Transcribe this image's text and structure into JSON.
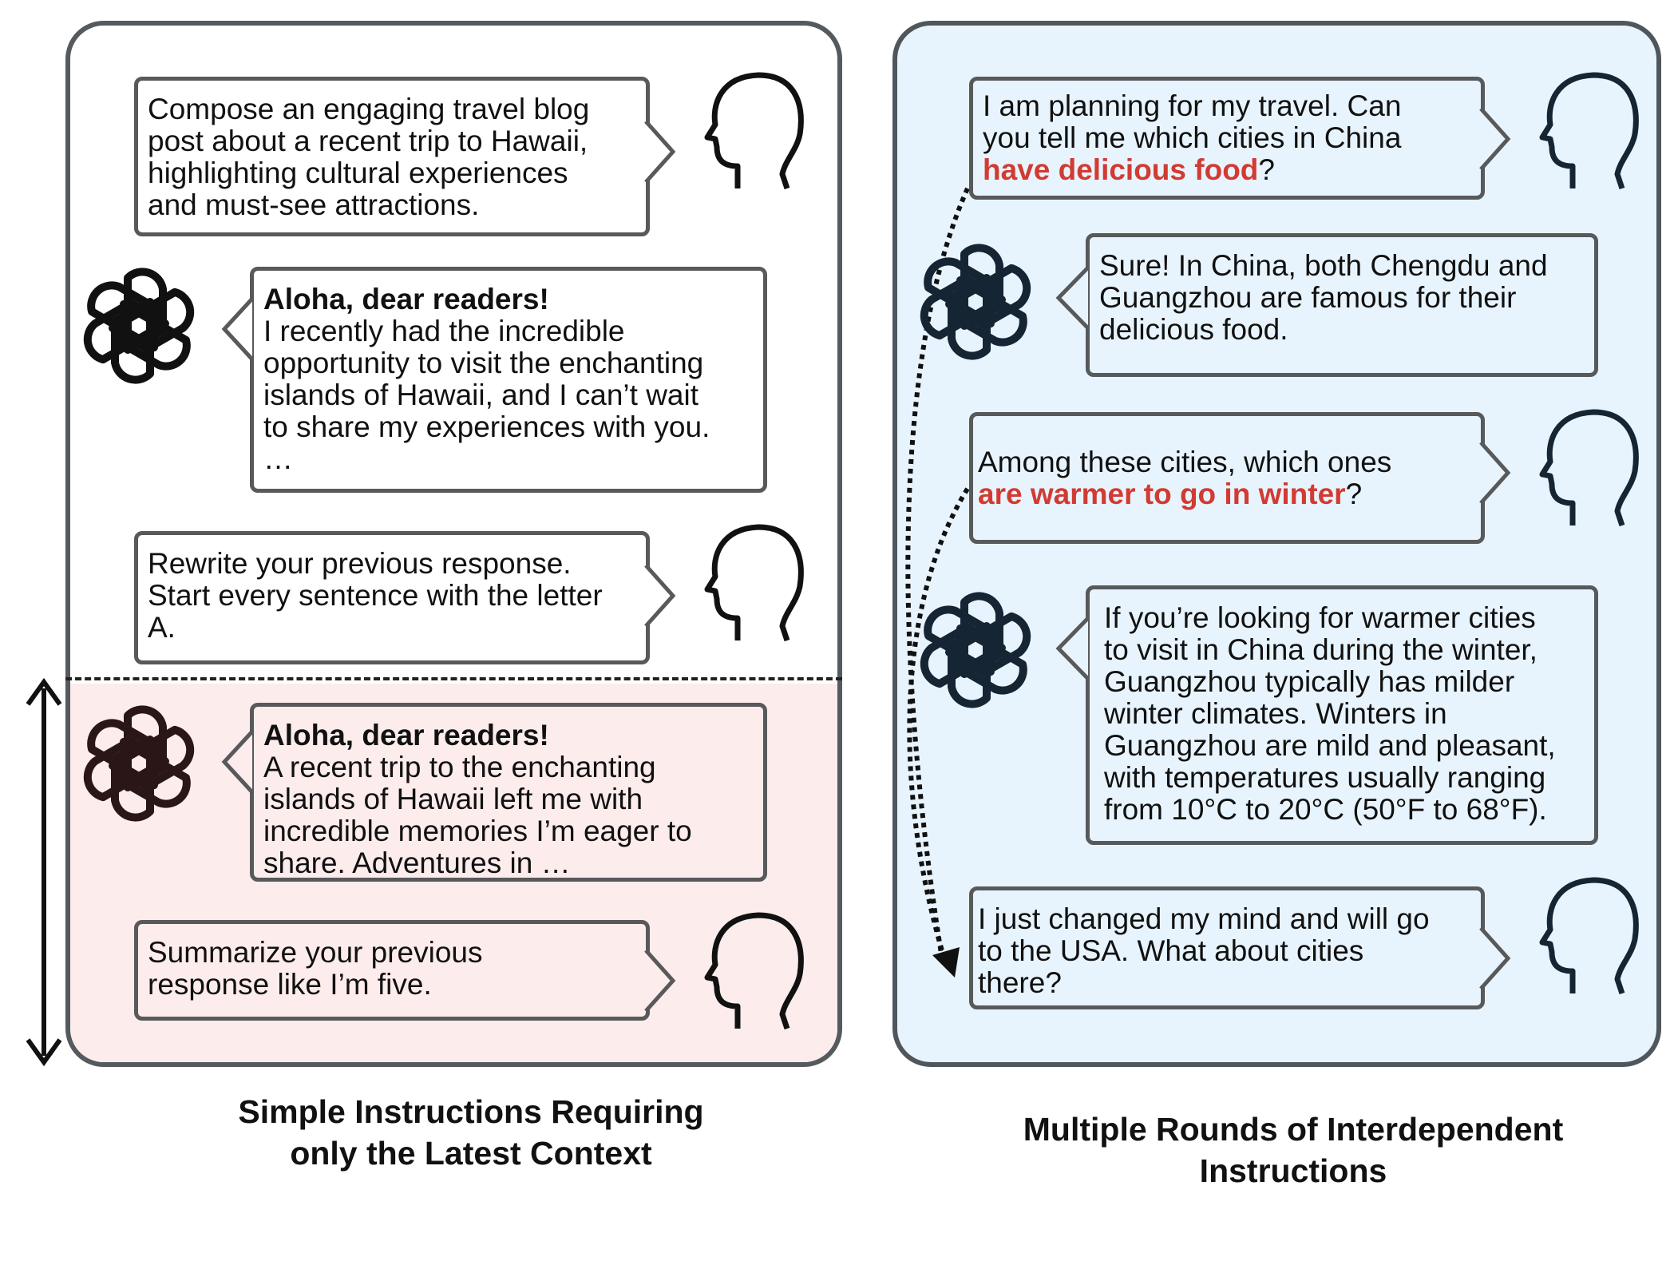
{
  "left": {
    "messages": [
      {
        "role": "user",
        "text": "Compose an engaging travel blog\npost about a recent trip to Hawaii,\nhighlighting cultural experiences\nand must-see attractions."
      },
      {
        "role": "assistant",
        "title": "Aloha, dear readers!",
        "text": "I recently had the incredible\nopportunity to visit the enchanting\nislands of Hawaii, and I can’t wait\nto share my experiences with you.\n…"
      },
      {
        "role": "user",
        "text": "Rewrite your previous response.\nStart every sentence with the letter\nA."
      },
      {
        "role": "assistant",
        "title": "Aloha, dear readers!",
        "text": "A recent trip to the enchanting\nislands of Hawaii left me with\nincredible memories I’m eager to\nshare. Adventures in …"
      },
      {
        "role": "user",
        "text": "Summarize your previous\nresponse like I’m five."
      }
    ],
    "caption": "Simple Instructions Requiring\nonly the Latest Context"
  },
  "right": {
    "messages": [
      {
        "role": "user",
        "text_before": "I am planning for my travel. Can\nyou tell me which cities in China\n",
        "highlight": "have delicious food",
        "text_after": "?"
      },
      {
        "role": "assistant",
        "text": "Sure! In China, both Chengdu and\nGuangzhou are famous for their\ndelicious food."
      },
      {
        "role": "user",
        "text_before": "Among these cities, which ones\n",
        "highlight": "are warmer to go in winter",
        "text_after": "?"
      },
      {
        "role": "assistant",
        "text": "If you’re looking for warmer cities\nto visit in China during the winter,\nGuangzhou typically has milder\nwinter climates. Winters in\nGuangzhou are mild and pleasant,\nwith temperatures usually ranging\nfrom 10°C to 20°C (50°F to 68°F)."
      },
      {
        "role": "user",
        "text": "I just changed my mind and will go\nto the USA. What about cities\nthere?"
      }
    ],
    "caption": "Multiple Rounds of Interdependent\nInstructions"
  },
  "colors": {
    "highlight": "#d23a32",
    "right_panel_bg": "#e8f4fd",
    "pink_zone_bg": "#fdecec"
  },
  "icons": [
    "human-head-icon",
    "openai-logo-icon",
    "double-arrow-icon",
    "dotted-arrow-icon"
  ]
}
